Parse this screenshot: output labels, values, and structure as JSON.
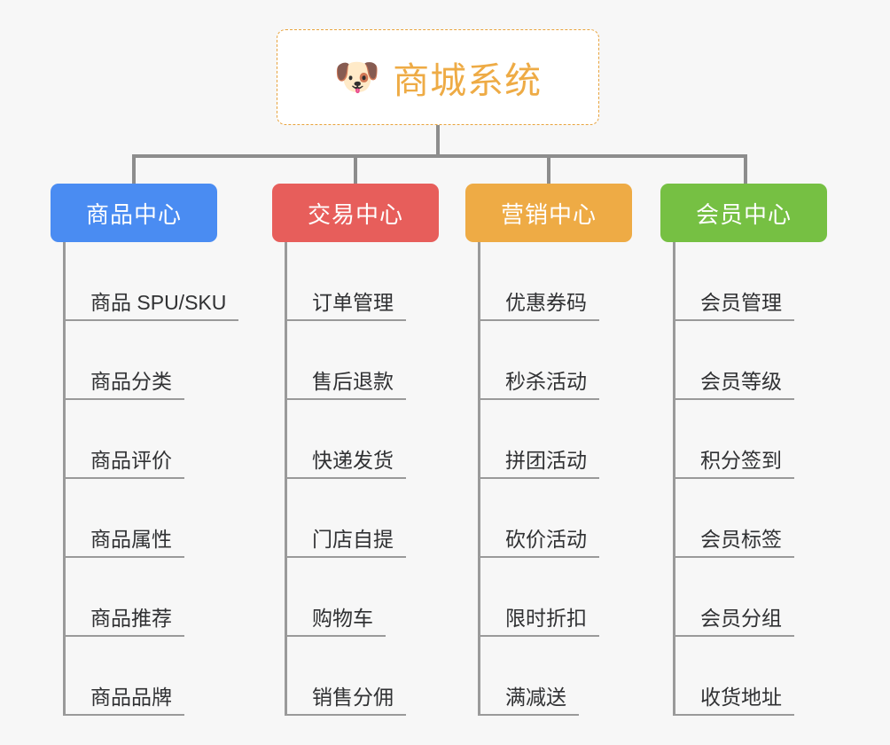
{
  "diagram": {
    "type": "org-tree",
    "background_color": "#f7f7f7",
    "connector_color": "#8d8d8d",
    "root": {
      "icon": "shiba-dog-face-emoji",
      "icon_glyph": "🐶",
      "title": "商城系统",
      "border_color": "#e8a33d",
      "border_style": "dashed",
      "text_color": "#eeab45",
      "background_color": "#ffffff"
    },
    "categories": [
      {
        "label": "商品中心",
        "color": "#4a8cf2",
        "items": [
          "商品 SPU/SKU",
          "商品分类",
          "商品评价",
          "商品属性",
          "商品推荐",
          "商品品牌"
        ]
      },
      {
        "label": "交易中心",
        "color": "#e75e5b",
        "items": [
          "订单管理",
          "售后退款",
          "快递发货",
          "门店自提",
          "购物车",
          "销售分佣"
        ]
      },
      {
        "label": "营销中心",
        "color": "#eeab45",
        "items": [
          "优惠券码",
          "秒杀活动",
          "拼团活动",
          "砍价活动",
          "限时折扣",
          "满减送"
        ]
      },
      {
        "label": "会员中心",
        "color": "#76c043",
        "items": [
          "会员管理",
          "会员等级",
          "积分签到",
          "会员标签",
          "会员分组",
          "收货地址"
        ]
      }
    ]
  }
}
